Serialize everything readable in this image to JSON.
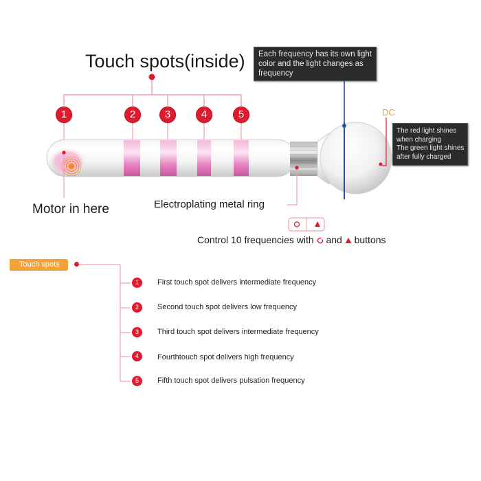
{
  "diagram": {
    "title": "Touch spots(inside)",
    "touch_spot_numbers": [
      "1",
      "2",
      "3",
      "4",
      "5"
    ],
    "frequency_callout": [
      "Each frequency has its own light",
      "color and the light changes as",
      "frequency"
    ],
    "dc_label": "DC",
    "charging_callout": [
      "The red light shines",
      "when charging",
      "The green light shines",
      "after fully charged"
    ],
    "motor_label": "Motor in here",
    "ring_label": "Electroplating metal ring",
    "control_text_before": "Control",
    "control_number": "10",
    "control_text_mid": "frequencies with",
    "control_text_and": "and",
    "control_text_after": "buttons"
  },
  "legend": {
    "badge": "Touch spots",
    "items": [
      {
        "number": "1",
        "text": "First touch spot delivers intermediate frequency"
      },
      {
        "number": "2",
        "text": "Second touch spot delivers low frequency"
      },
      {
        "number": "3",
        "text": "Third touch spot delivers intermediate frequency"
      },
      {
        "number": "4",
        "text": "Fourthtouch spot delivers high frequency"
      },
      {
        "number": "5",
        "text": "Fifth touch spot delivers pulsation frequency"
      }
    ]
  },
  "colors": {
    "accent_red": "#e01a2f",
    "badge_orange": "#f3a23a",
    "callout_bg": "#2b2b2b",
    "band_pink": "#e986c6",
    "leader_line": "#f0a0aa"
  }
}
